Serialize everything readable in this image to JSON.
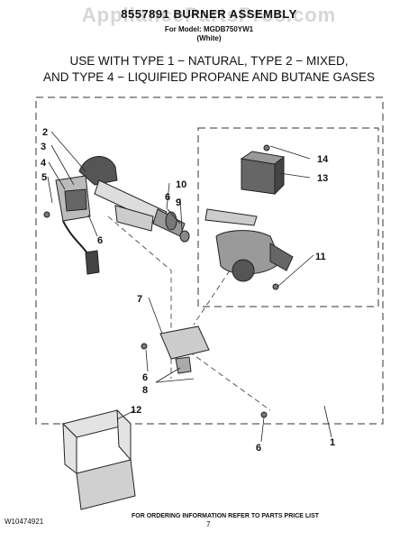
{
  "header": {
    "watermark": "AppliancePartsPros.com",
    "title": "8557891 BURNER ASSEMBLY",
    "model_line": "For Model: MGDB750YW1",
    "color_line": "(White)"
  },
  "usage": {
    "line1": "USE WITH TYPE 1 − NATURAL, TYPE 2 − MIXED,",
    "line2": "AND TYPE 4 − LIQUIFIED PROPANE AND BUTANE GASES"
  },
  "callouts": [
    "2",
    "3",
    "4",
    "5",
    "6",
    "6",
    "10",
    "9",
    "14",
    "13",
    "11",
    "7",
    "6",
    "8",
    "12",
    "6",
    "1"
  ],
  "footer": {
    "order_info": "FOR ORDERING INFORMATION REFER TO PARTS PRICE LIST",
    "doc_number": "W10474921",
    "page_number": "7"
  }
}
